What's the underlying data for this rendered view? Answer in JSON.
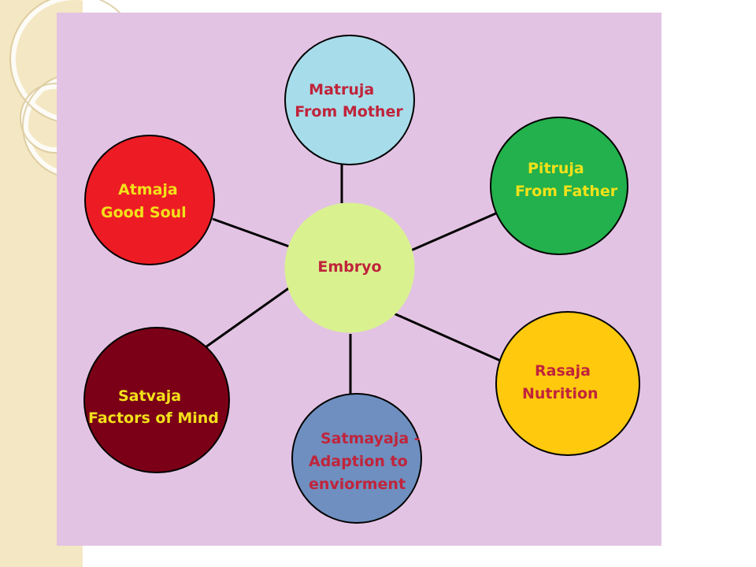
{
  "colors": {
    "slide_bg": "#ffffff",
    "left_band": "#f4e7c3",
    "panel": "#e3c3e3",
    "outline": "#000000"
  },
  "center": {
    "label": "Embryo",
    "fill": "#d9f28f",
    "text_color": "#c0243b"
  },
  "nodes": [
    {
      "id": "matruja",
      "lines": [
        "Matruja",
        "From Mother"
      ],
      "fill": "#a7dcea",
      "text_color": "#c0243b"
    },
    {
      "id": "pitruja",
      "lines": [
        "Pitruja",
        "From Father"
      ],
      "fill": "#22b14c",
      "text_color": "#f2e11a"
    },
    {
      "id": "rasaja",
      "lines": [
        "Rasaja",
        "Nutrition"
      ],
      "fill": "#ffc90e",
      "text_color": "#c0243b"
    },
    {
      "id": "satmayaja",
      "lines": [
        "Satmayaja -",
        "Adaption to",
        "enviorment"
      ],
      "fill": "#6e8fbf",
      "text_color": "#c0243b"
    },
    {
      "id": "satvaja",
      "lines": [
        "Satvaja",
        "Factors of Mind"
      ],
      "fill": "#7b0017",
      "text_color": "#f2e11a"
    },
    {
      "id": "atmaja",
      "lines": [
        "Atmaja",
        "Good Soul"
      ],
      "fill": "#ed1c24",
      "text_color": "#f2e11a"
    }
  ]
}
